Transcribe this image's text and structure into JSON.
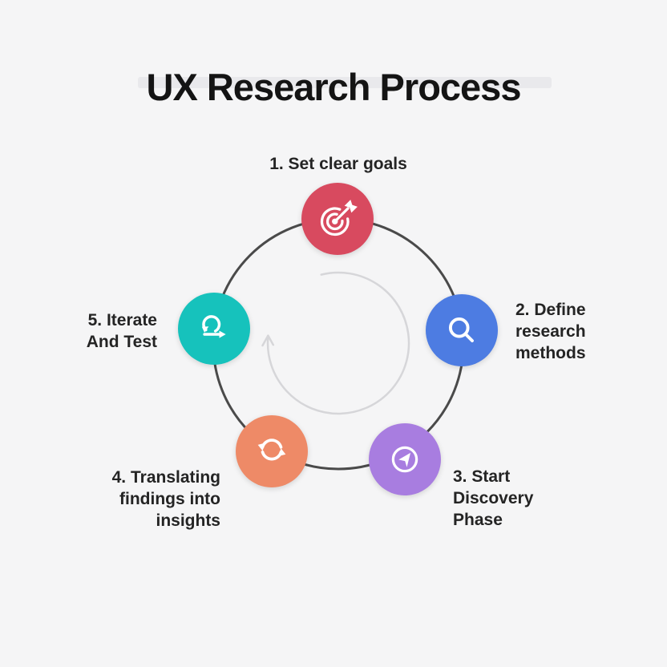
{
  "title": "UX Research Process",
  "diagram": {
    "background_color": "#f5f5f6",
    "title_band_color": "#e9e9ec",
    "ring_color": "#4a4a4a",
    "inner_arrow_color": "#d6d6d9",
    "icon_color": "#ffffff"
  },
  "steps": [
    {
      "id": "1",
      "label": "1. Set clear goals",
      "icon": "target-dart-icon",
      "color": "#d84a5f",
      "position": "top"
    },
    {
      "id": "2",
      "label": "2. Define\nresearch\nmethods",
      "icon": "magnifier-icon",
      "color": "#4d7ce2",
      "position": "right"
    },
    {
      "id": "3",
      "label": "3. Start\nDiscovery\nPhase",
      "icon": "navigation-arrow-icon",
      "color": "#a87de0",
      "position": "bottom-right"
    },
    {
      "id": "4",
      "label": "4. Translating\nfindings into\ninsights",
      "icon": "sync-arrows-icon",
      "color": "#ee8a67",
      "position": "bottom-left"
    },
    {
      "id": "5",
      "label": "5. Iterate\nAnd Test",
      "icon": "iterate-loop-icon",
      "color": "#16c2bc",
      "position": "left"
    }
  ]
}
